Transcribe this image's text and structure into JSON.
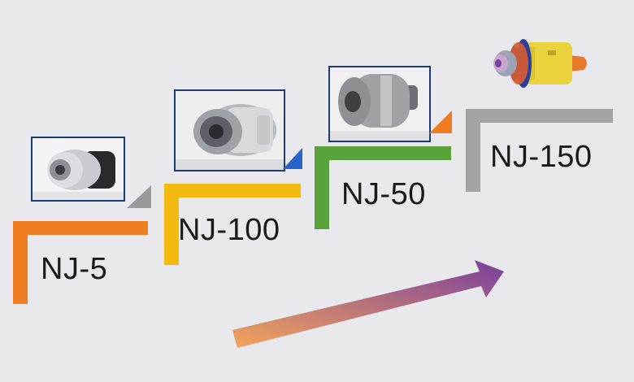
{
  "stages": [
    {
      "label": "NJ-5",
      "color": "#ef7d22",
      "image_icon": "nj5-engine-photo"
    },
    {
      "label": "NJ-100",
      "color": "#f2b90f",
      "image_icon": "nj100-engine-photo"
    },
    {
      "label": "NJ-50",
      "color": "#5aa23a",
      "image_icon": "nj50-engine-photo"
    },
    {
      "label": "NJ-150",
      "color": "#a3a3a3",
      "image_icon": "nj150-engine-render"
    }
  ],
  "corner_accents": [
    {
      "color": "#9a9a9a"
    },
    {
      "color": "#2864c8"
    },
    {
      "color": "#ef7d22"
    }
  ],
  "arrow": {
    "gradient_start": "#f2a45a",
    "gradient_end": "#7a3f9e",
    "icon": "progress-arrow-icon"
  }
}
